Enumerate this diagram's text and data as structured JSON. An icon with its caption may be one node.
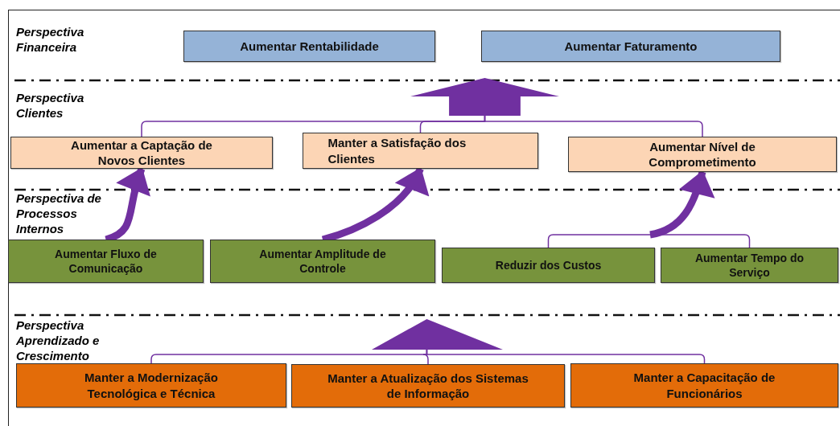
{
  "diagram": {
    "nodes": [
      {
        "text": [
          "Aumentar Rentabilidade"
        ]
      },
      {
        "text": [
          "Aumentar Faturamento"
        ]
      },
      {
        "text": [],
        "shape": "arrow"
      },
      {
        "text": [
          "Aumentar a Captação de Novos Clientes"
        ]
      },
      {
        "text": [
          "Manter a Satisfação dos Clientes"
        ]
      },
      {
        "text": [
          "Aumentar Nível de Comprometimento"
        ]
      },
      {
        "text": [
          "Aumentar Fluxo de Comunicação"
        ]
      },
      {
        "text": [
          "Aumentar Amplitude de Controle"
        ]
      },
      {
        "text": [
          "Reduzir dos Custos"
        ]
      },
      {
        "text": [
          "Aumentar Tempo do Serviço"
        ]
      },
      {
        "text": [],
        "shape": "triangle"
      },
      {
        "text": [
          "Manter a Modernização Tecnológica e Técnica"
        ]
      },
      {
        "text": [
          "Manter a Atualização dos Sistemas de Informação"
        ]
      },
      {
        "text": [
          "Manter a Capacitação de Funcionários"
        ]
      }
    ],
    "edges": [
      {
        "from": 3,
        "to": 2,
        "arrow": "none"
      },
      {
        "from": 4,
        "to": 2,
        "arrow": "none"
      },
      {
        "from": 5,
        "to": 2,
        "arrow": "none"
      },
      {
        "from": 6,
        "to": 3,
        "arrow": "to",
        "style": "thick"
      },
      {
        "from": 7,
        "to": 4,
        "arrow": "to",
        "style": "thick"
      },
      {
        "from": 8,
        "to": 5,
        "arrow": "to"
      },
      {
        "from": 9,
        "to": 5,
        "arrow": "to"
      },
      {
        "from": 11,
        "to": 10,
        "arrow": "none"
      },
      {
        "from": 12,
        "to": 10,
        "arrow": "none"
      },
      {
        "from": 13,
        "to": 10,
        "arrow": "none"
      }
    ],
    "labels": [
      "Perspectiva Financeira",
      "Perspectiva Clientes",
      "Perspectiva de Processos Internos",
      "Perspectiva Aprendizado e Crescimento"
    ]
  }
}
